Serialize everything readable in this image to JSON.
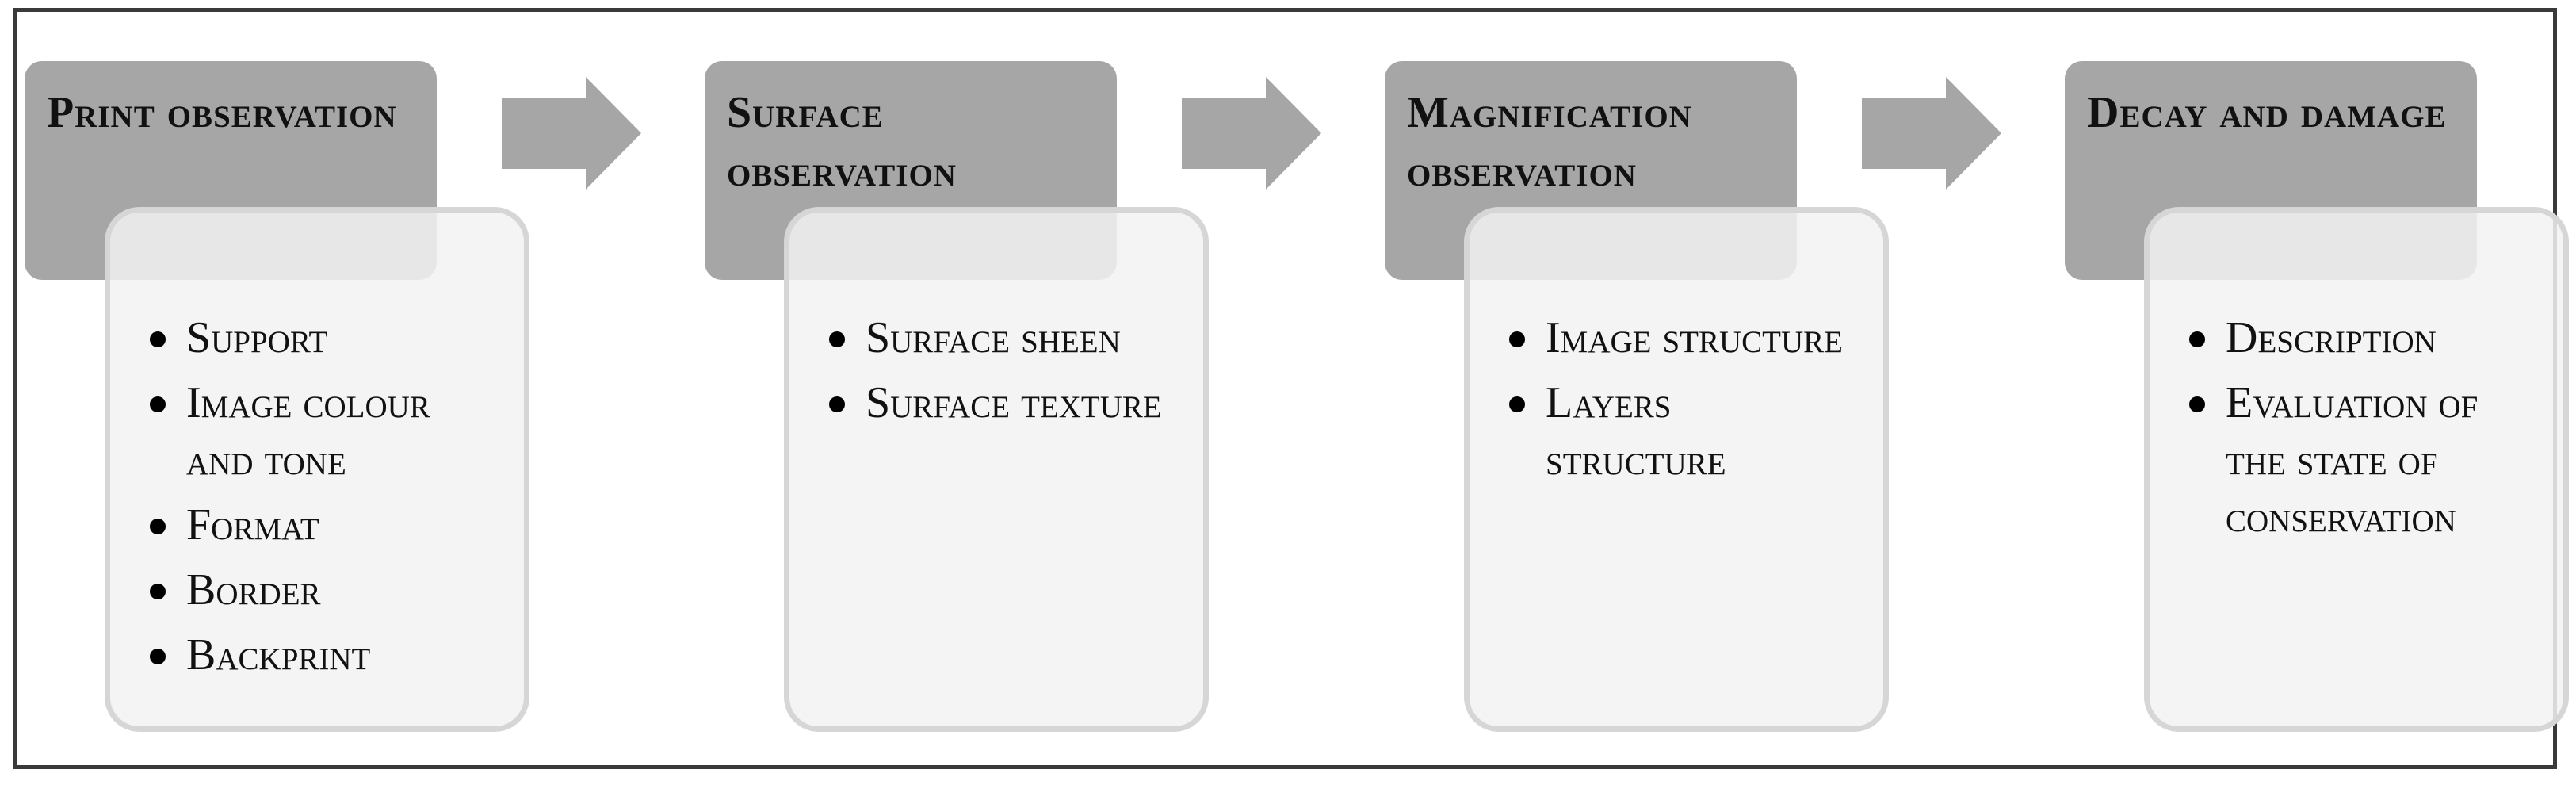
{
  "steps": [
    {
      "title": "Print observation",
      "items": [
        "Support",
        "Image colour and tone",
        "Format",
        "Border",
        "Backprint"
      ]
    },
    {
      "title": "Surface observation",
      "items": [
        "Surface sheen",
        "Surface texture"
      ]
    },
    {
      "title": "Magnification observation",
      "items": [
        "Image structure",
        "Layers structure"
      ]
    },
    {
      "title": "Decay and damage",
      "items": [
        "Description",
        "Evaluation of the state of conservation"
      ]
    }
  ],
  "colors": {
    "header_fill": "#a6a6a6",
    "body_fill": "#f2f2f2",
    "body_border": "#d6d6d6",
    "arrow_fill": "#a6a6a6",
    "frame": "#3a3a3a"
  }
}
